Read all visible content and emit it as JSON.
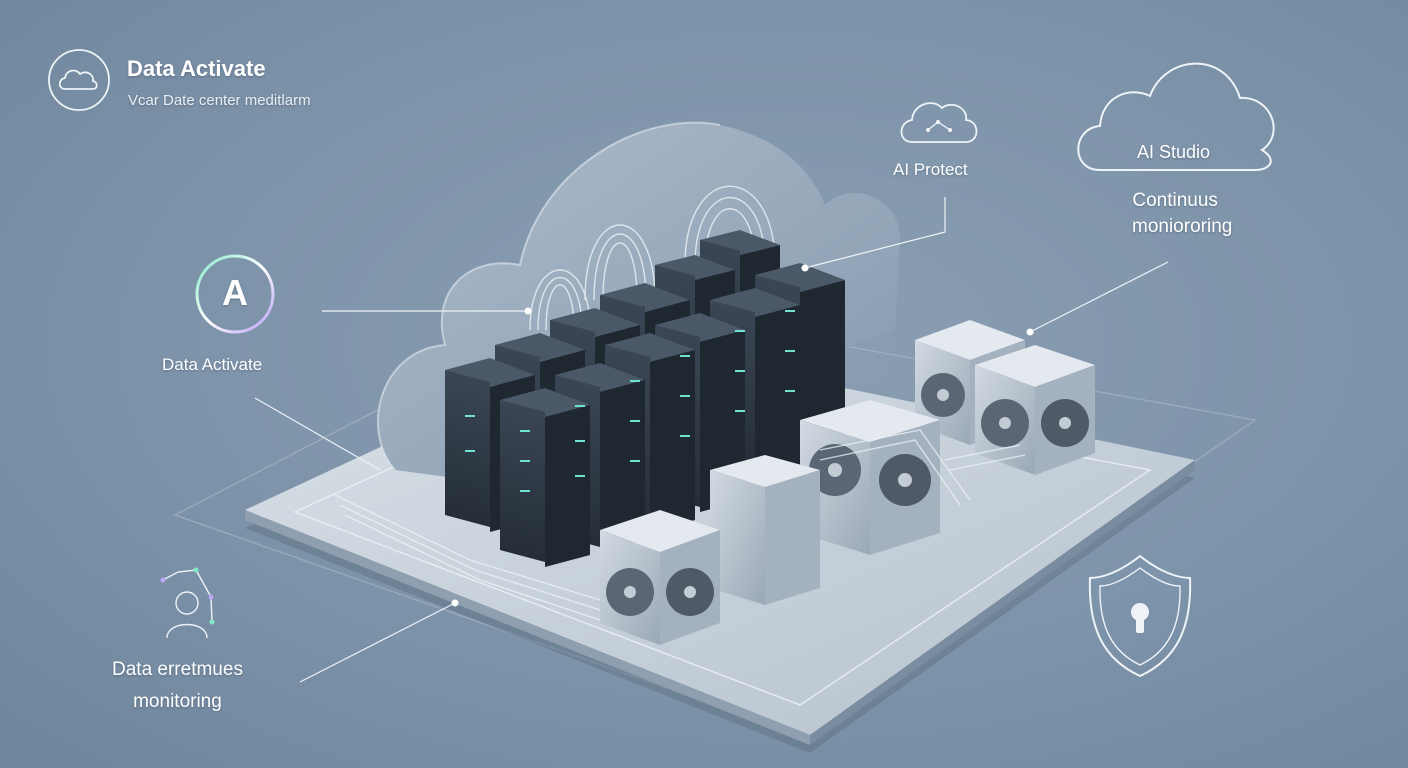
{
  "header": {
    "title": "Data Activate",
    "tagline": "Vcar Date center meditlarm",
    "icon": "cloud-icon"
  },
  "callouts": {
    "ai_protect": {
      "label": "AI Protect",
      "icon": "cloud-network-icon"
    },
    "ai_studio": {
      "label": "AI Studio",
      "icon": "cloud-outline-icon"
    },
    "continuous": {
      "line1": "Continuus",
      "line2": "moniororing"
    },
    "data_activate": {
      "badge_letter": "A",
      "label": "Data Activate",
      "icon": "letter-a-badge-icon"
    },
    "data_monitoring": {
      "line1": "Data erretmues",
      "line2": "monitoring",
      "icon": "person-network-icon"
    },
    "security": {
      "icon": "shield-lock-icon"
    }
  },
  "colors": {
    "background": "#7d93a9",
    "platform": "#c8d2dc",
    "server_dark": "#2f3a46",
    "fan_unit": "#b7c1cc",
    "accent_led": "#6fe3d0",
    "line": "#eef3f8"
  }
}
